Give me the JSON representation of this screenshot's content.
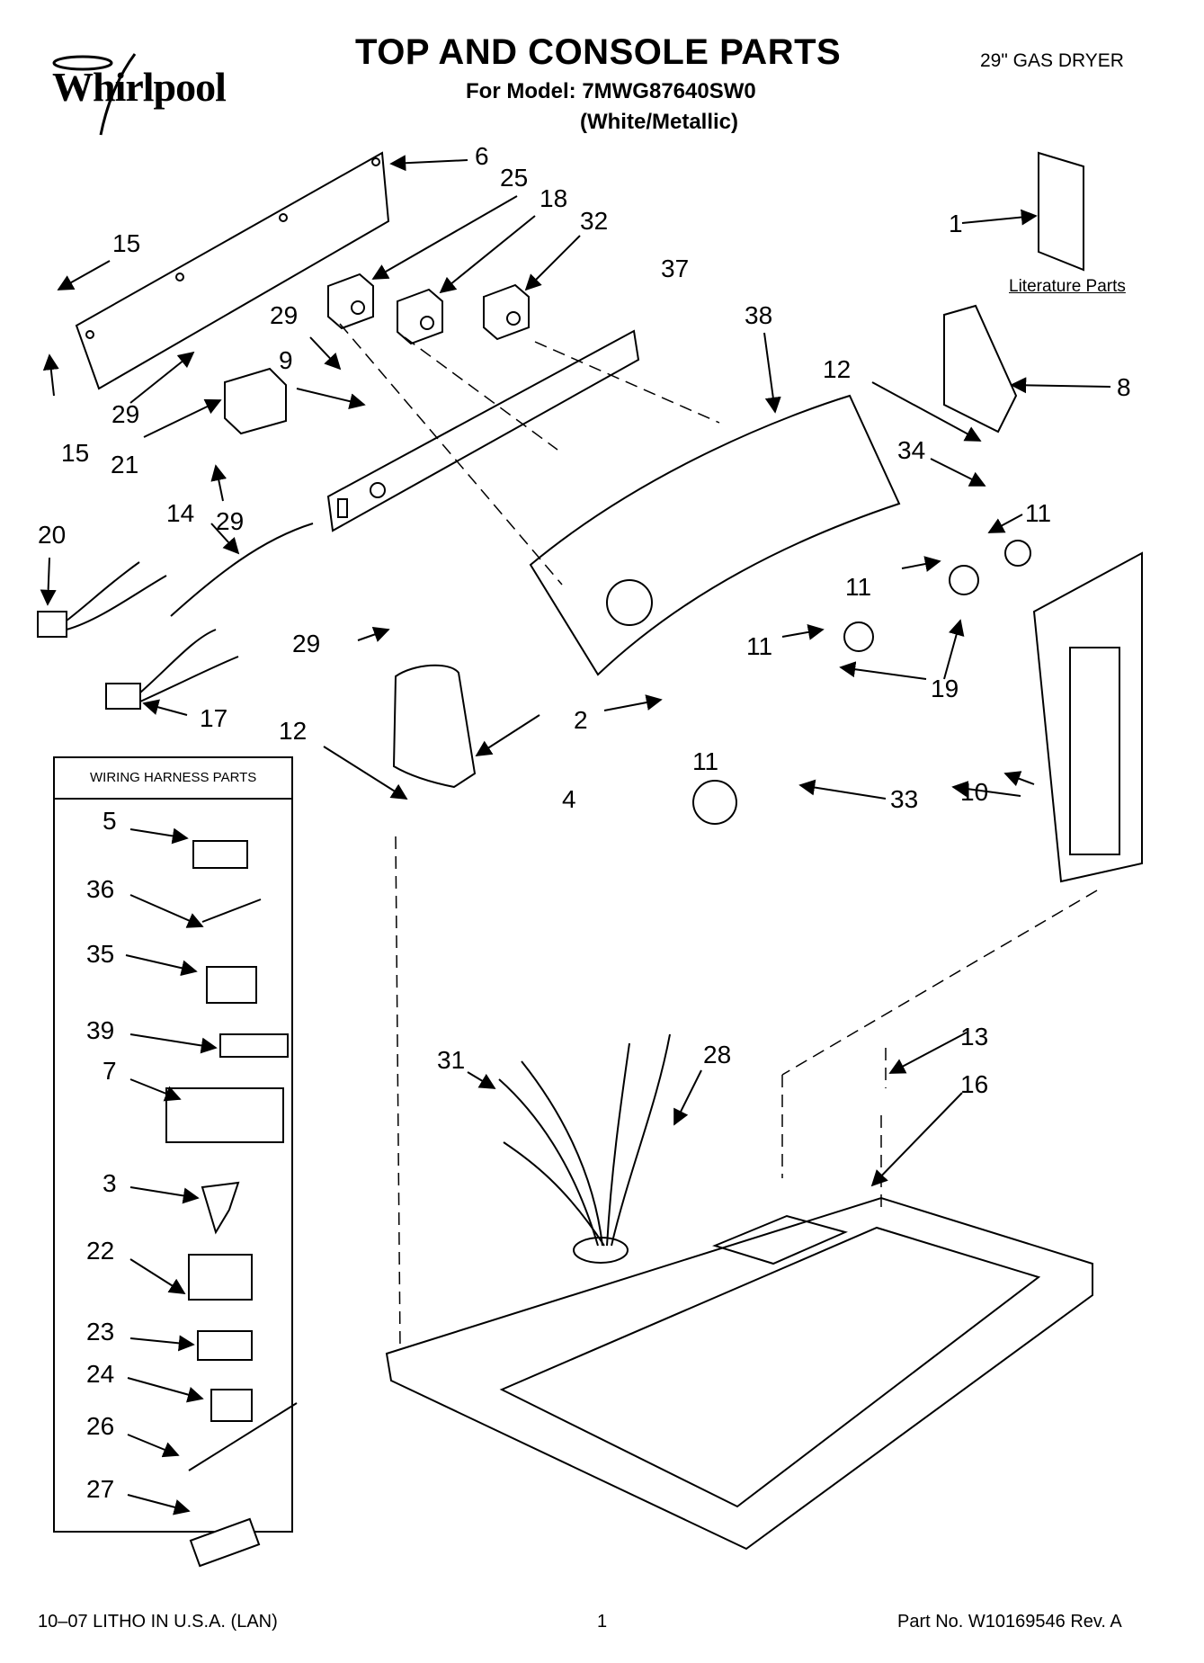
{
  "header": {
    "brand": "Whirlpool",
    "title": "TOP AND CONSOLE PARTS",
    "model_line": "For Model: 7MWG87640SW0",
    "color_line": "(White/Metallic)",
    "product_type": "29\" GAS DRYER"
  },
  "literature_label": "Literature Parts",
  "harness_box_title": "WIRING HARNESS PARTS",
  "callouts": {
    "c1": "1",
    "c2": "2",
    "c3": "3",
    "c4": "4",
    "c5": "5",
    "c6": "6",
    "c7": "7",
    "c8": "8",
    "c9": "9",
    "c10": "10",
    "c11a": "11",
    "c11b": "11",
    "c11c": "11",
    "c11d": "11",
    "c12a": "12",
    "c12b": "12",
    "c13": "13",
    "c14": "14",
    "c15a": "15",
    "c15b": "15",
    "c16": "16",
    "c17": "17",
    "c18": "18",
    "c19": "19",
    "c20": "20",
    "c21": "21",
    "c22": "22",
    "c23": "23",
    "c24": "24",
    "c25": "25",
    "c26": "26",
    "c27": "27",
    "c28": "28",
    "c29a": "29",
    "c29b": "29",
    "c29c": "29",
    "c29d": "29",
    "c31": "31",
    "c32": "32",
    "c33": "33",
    "c34": "34",
    "c35": "35",
    "c36": "36",
    "c37": "37",
    "c38": "38",
    "c39": "39"
  },
  "footer": {
    "print_info": "10–07 LITHO IN U.S.A. (LAN)",
    "page": "1",
    "part_number": "Part No. W10169546 Rev. A"
  }
}
